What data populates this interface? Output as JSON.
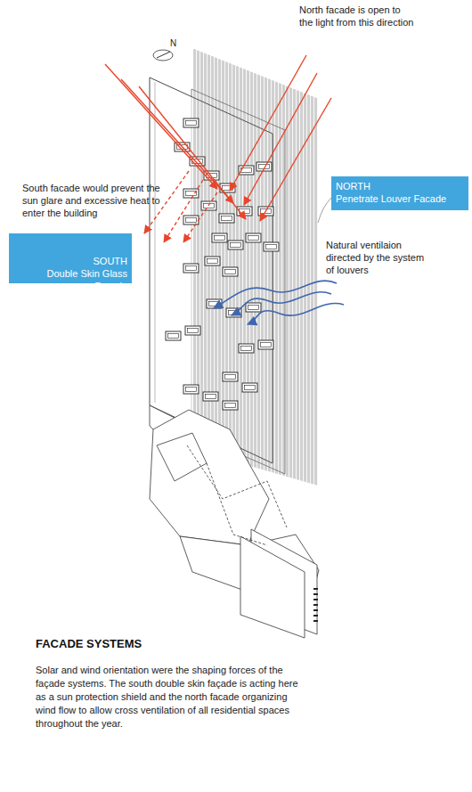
{
  "diagram": {
    "title": "FACADE SYSTEMS",
    "caption": "Solar and wind orientation were the shaping forces of the façade systems. The south double skin façade is acting here as a sun protection shield and the north facade organizing wind flow to allow cross ventilation of all residential spaces throughout the year.",
    "nodes": [
      {
        "text": [
          "NORTH",
          "Penetrate Louver Facade"
        ]
      },
      {
        "text": [
          "SOUTH",
          "Double Skin Glass Facade"
        ]
      }
    ],
    "labels": [
      "N",
      "North facade is open to the light from this direction",
      "South facade would prevent the sun glare and excessive heat to enter the building",
      "Natural ventilaion directed by the system of louvers"
    ]
  }
}
